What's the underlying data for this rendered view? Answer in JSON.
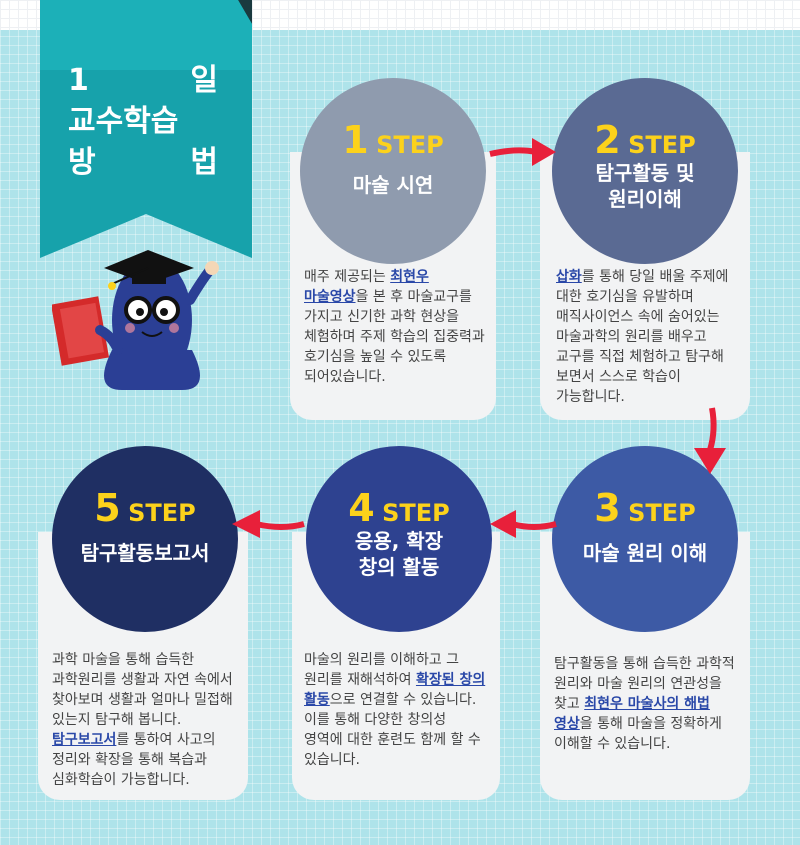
{
  "banner": {
    "line1_a": "1",
    "line1_b": "일",
    "line2": "교수학습",
    "line3_a": "방",
    "line3_b": "법"
  },
  "steps": [
    {
      "num": "1",
      "label": "STEP",
      "title": "마술 시연",
      "color": "#8f9bae",
      "desc": [
        {
          "t": "매주 제공되는 "
        },
        {
          "t": "최현우\n마술영상",
          "hl": true
        },
        {
          "t": "을 본 후 마술교구를\n가지고 신기한 과학 현상을\n체험하며 주제 학습의 집중력과\n호기심을 높일 수 있도록\n되어있습니다."
        }
      ]
    },
    {
      "num": "2",
      "label": "STEP",
      "title": "탐구활동 및\n원리이해",
      "color": "#5a6a93",
      "desc": [
        {
          "t": "삽화",
          "hl": true
        },
        {
          "t": "를 통해 당일 배울 주제에\n대한 호기심을 유발하며\n매직사이언스 속에 숨어있는\n마술과학의 원리를 배우고\n교구를 직접 체험하고 탐구해\n보면서 스스로 학습이\n가능합니다."
        }
      ]
    },
    {
      "num": "3",
      "label": "STEP",
      "title": "마술 원리 이해",
      "color": "#3d5aa5",
      "desc": [
        {
          "t": "탐구활동을 통해 습득한 과학적\n원리와 마술 원리의 연관성을\n찾고 "
        },
        {
          "t": "최현우 마술사의 해법\n영상",
          "hl": true
        },
        {
          "t": "을 통해 마술을 정확하게\n이해할 수 있습니다."
        }
      ]
    },
    {
      "num": "4",
      "label": "STEP",
      "title": "응용, 확장\n창의 활동",
      "color": "#2e4290",
      "desc": [
        {
          "t": "마술의 원리를 이해하고 그\n원리를 재해석하여 "
        },
        {
          "t": "확장된 창의\n활동",
          "hl": true
        },
        {
          "t": "으로 연결할 수 있습니다.\n이를 통해 다양한 창의성\n영역에 대한 훈련도 함께 할 수\n있습니다."
        }
      ]
    },
    {
      "num": "5",
      "label": "STEP",
      "title": "탐구활동보고서",
      "color": "#1f2f63",
      "desc": [
        {
          "t": "과학 마술을 통해 습득한\n과학원리를 생활과 자연 속에서\n찾아보며  생활과 얼마나 밀접해\n있는지 탐구해 봅니다.\n"
        },
        {
          "t": "탐구보고서",
          "hl": true
        },
        {
          "t": "를 통하여 사고의\n정리와 확장을 통해 복습과\n심화학습이 가능합니다."
        }
      ]
    }
  ],
  "colors": {
    "arrow": "#e8203a",
    "banner": "#17a2ab",
    "step_number": "#fcd21b",
    "highlight": "#2a48a8"
  }
}
